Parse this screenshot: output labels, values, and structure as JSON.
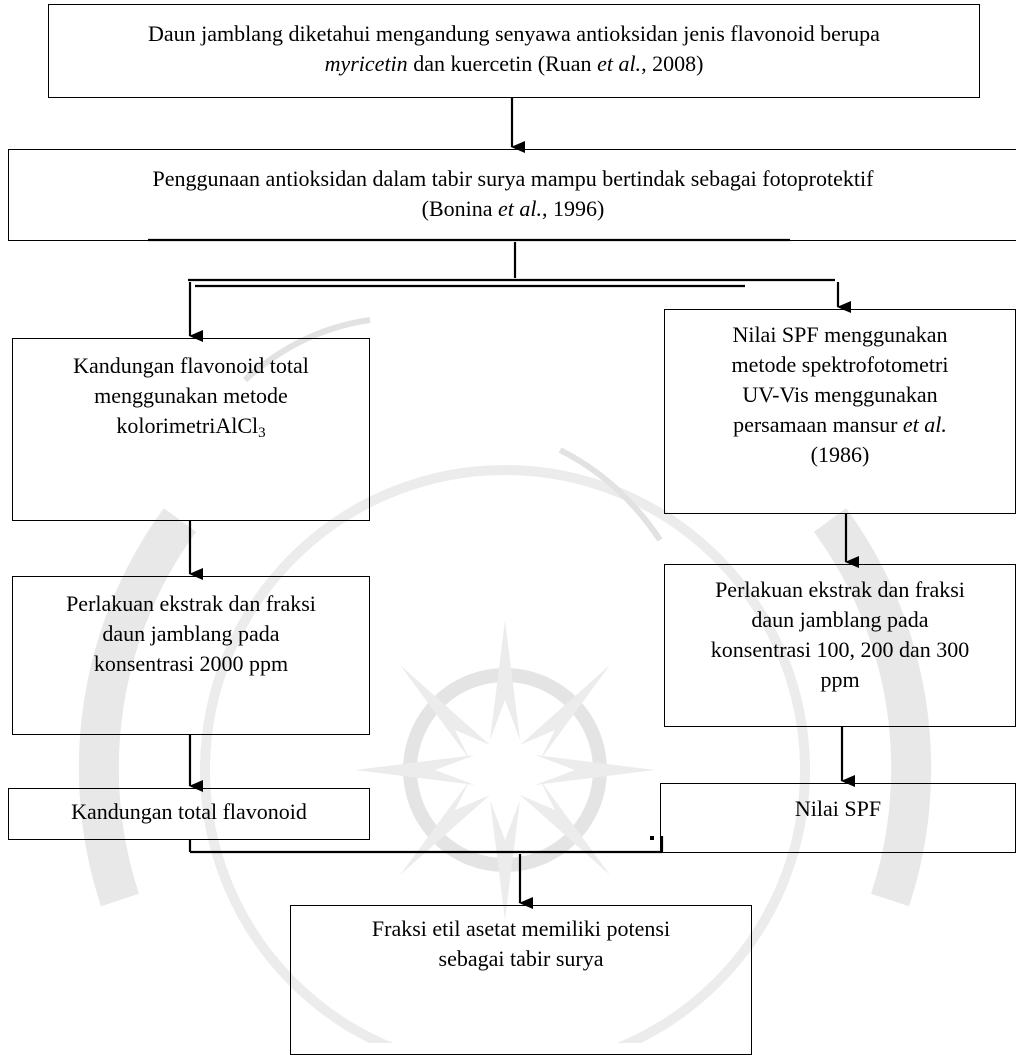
{
  "box_top": {
    "line1": "Daun jamblang diketahui mengandung senyawa antioksidan  jenis flavonoid berupa",
    "line2_italic": "myricetin",
    "line2_a": " dan kuercetin (Ruan ",
    "line2_etal": "et al.",
    "line2_b": ", 2008)"
  },
  "box_second": {
    "line1": "Penggunaan antioksidan dalam tabir surya mampu bertindak sebagai fotoprotektif",
    "line2_a": "(Bonina ",
    "line2_etal": "et al.",
    "line2_b": ", 1996)"
  },
  "box_left_1": {
    "line1": "Kandungan flavonoid total",
    "line2": "menggunakan metode",
    "line3": "kolorimetriAlCl",
    "line3_sub": "3"
  },
  "box_right_1": {
    "line1": "Nilai SPF menggunakan",
    "line2": "metode spektrofotometri",
    "line3": "UV-Vis menggunakan",
    "line4_a": "persamaan mansur ",
    "line4_etal": "et al.",
    "line5": "(1986)"
  },
  "box_left_2": {
    "line1": "Perlakuan ekstrak dan fraksi",
    "line2": "daun jamblang pada",
    "line3": "konsentrasi 2000 ppm"
  },
  "box_right_2": {
    "line1": "Perlakuan ekstrak dan fraksi",
    "line2": "daun jamblang pada",
    "line3": "konsentrasi 100, 200 dan 300",
    "line4": "ppm"
  },
  "box_left_3": {
    "line1": "Kandungan total flavonoid"
  },
  "box_right_3": {
    "line1": "Nilai SPF"
  },
  "box_bottom": {
    "line1": "Fraksi etil asetat memiliki potensi",
    "line2": "sebagai tabir surya"
  },
  "colors": {
    "line": "#000000",
    "watermark": "#e6e6e6"
  }
}
